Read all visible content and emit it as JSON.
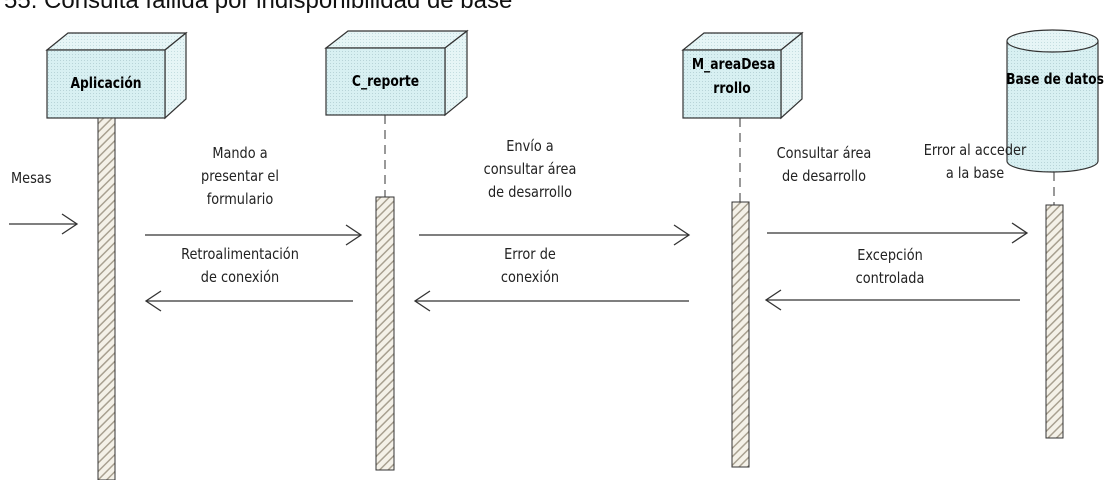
{
  "title": "55. Consulta fallida por indisponibilidad de base",
  "participants": {
    "aplicacion": "Aplicación",
    "c_reporte": "C_reporte",
    "m_area_line1": "M_areaDesa",
    "m_area_line2": "rrollo",
    "base_datos": "Base de datos"
  },
  "messages": {
    "mesas": "Mesas",
    "m1": [
      "Mando a",
      "presentar el",
      "formulario"
    ],
    "r1": [
      "Retroalimentación",
      "de conexión"
    ],
    "m2": [
      "Envío a",
      "consultar área",
      "de desarrollo"
    ],
    "r2": [
      "Error de",
      "conexión"
    ],
    "m3": [
      "Consultar área",
      "de desarrollo"
    ],
    "n4": [
      "Error al acceder",
      "a la base"
    ],
    "r3": [
      "Excepción",
      "controlada"
    ]
  },
  "colors": {
    "box_fill": "#d9f1f3",
    "box_stroke": "#333333",
    "activation_hatch": "#b8b0a0"
  }
}
